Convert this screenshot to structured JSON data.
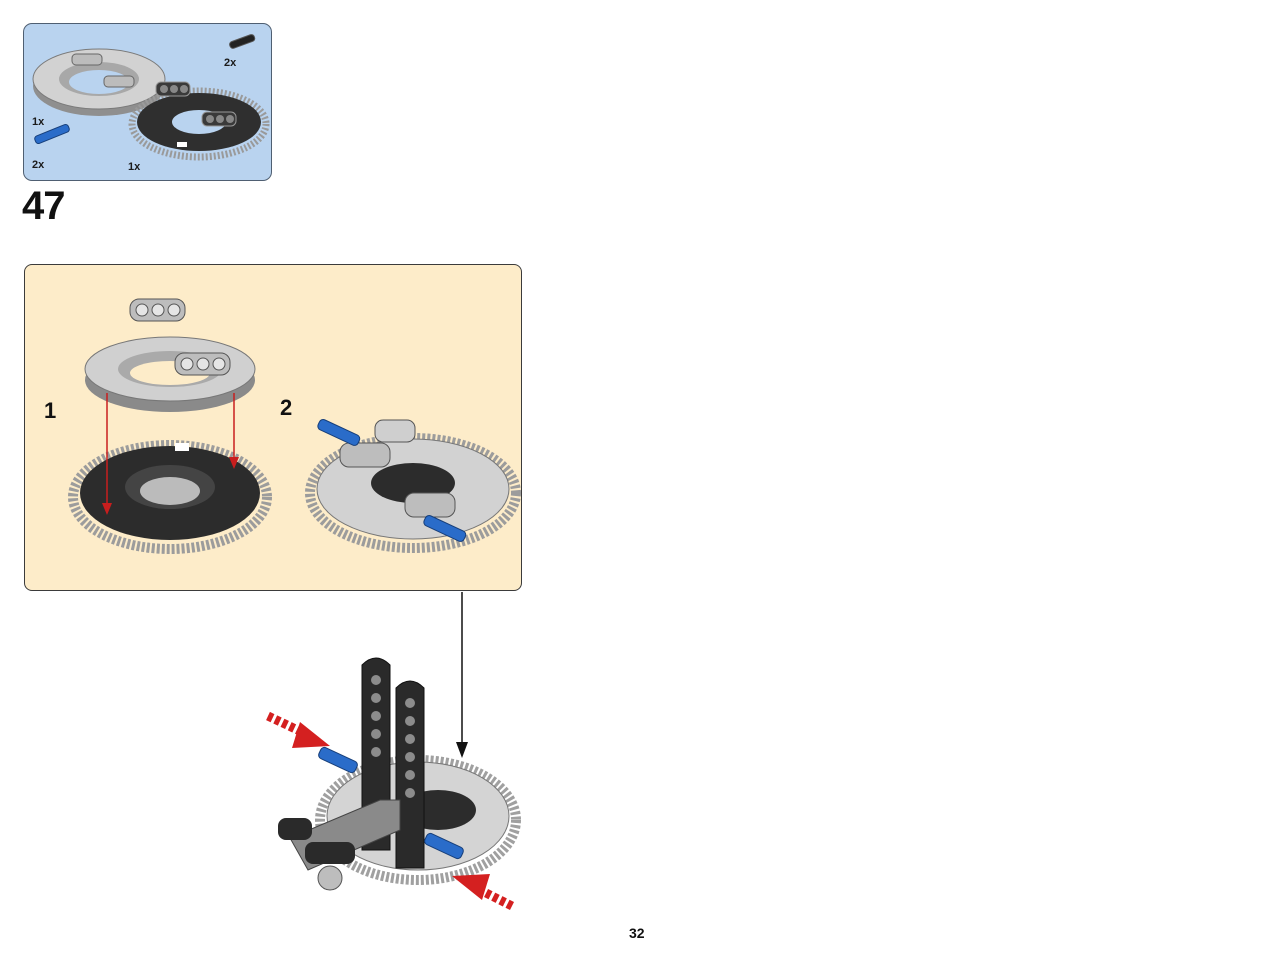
{
  "parts": [
    {
      "name": "turntable-top",
      "qty": "1x"
    },
    {
      "name": "turntable-bottom",
      "qty": "1x"
    },
    {
      "name": "blue-axle-pin",
      "qty": "2x"
    },
    {
      "name": "black-pin",
      "qty": "2x"
    }
  ],
  "step": {
    "number": "47"
  },
  "subassembly": {
    "substep_1": "1",
    "substep_2": "2"
  },
  "page": {
    "number": "32"
  },
  "colors": {
    "parts_bg": "#b9d3ef",
    "callout_bg": "#fdecc9",
    "light_gray": "#c8c8c8",
    "dark_gray": "#2d2d2d",
    "blue": "#2a6cc9",
    "red": "#d02020"
  }
}
